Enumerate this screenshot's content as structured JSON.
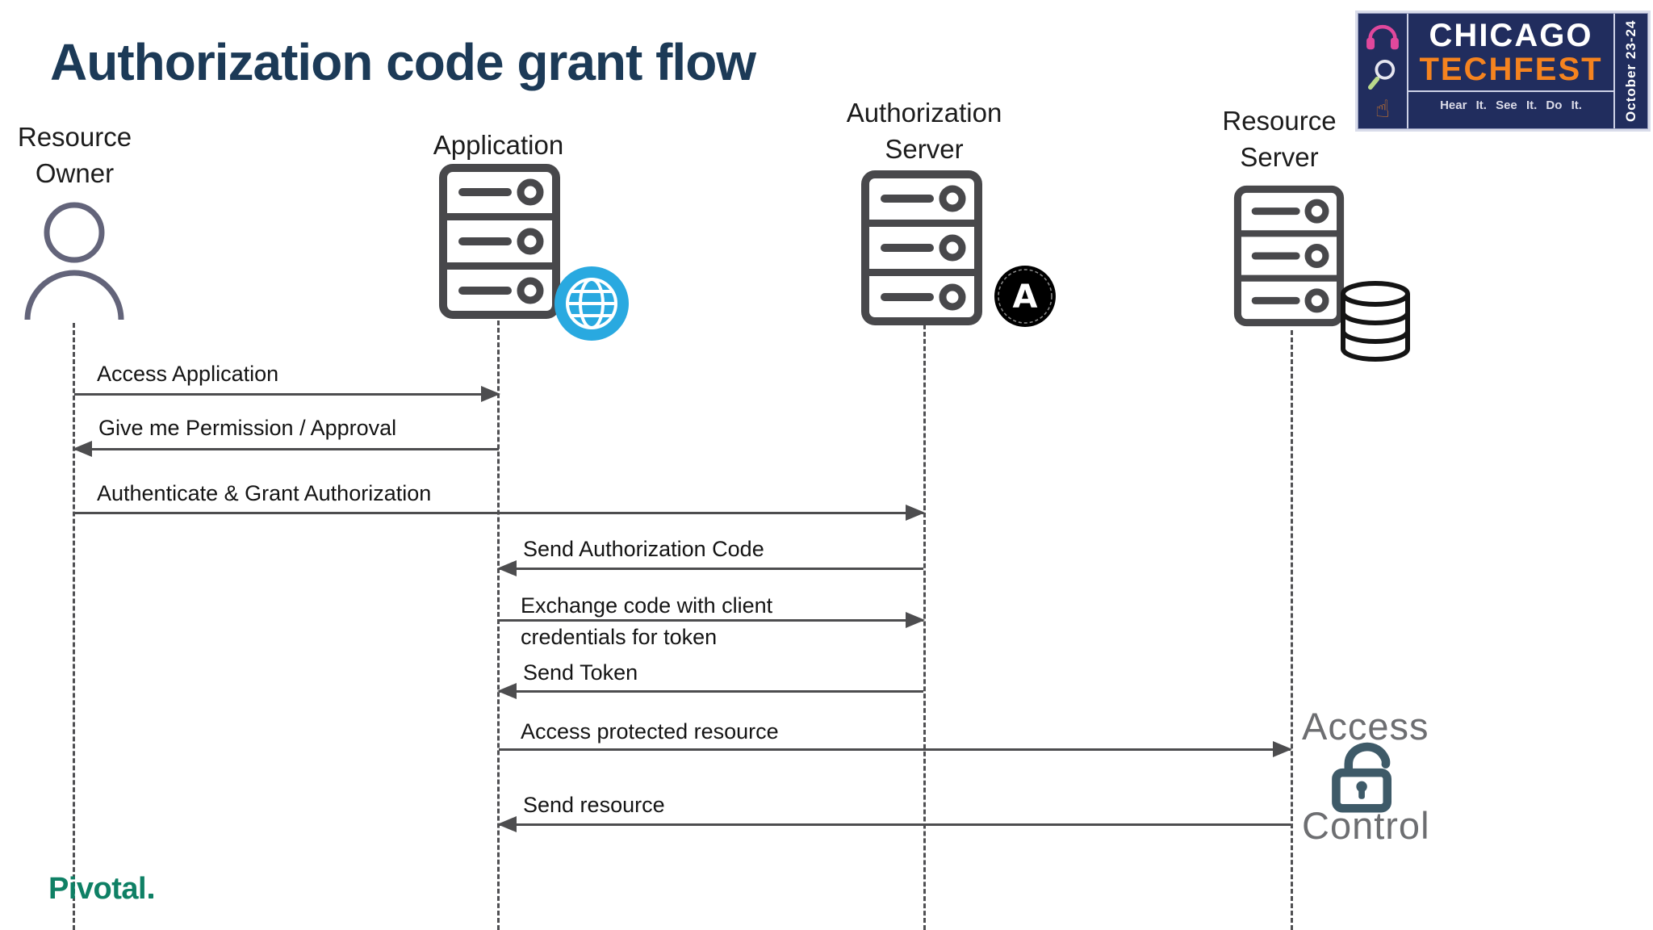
{
  "slide": {
    "title": "Authorization code grant flow",
    "title_color": "#1c3a57",
    "background": "#ffffff"
  },
  "event_badge": {
    "city": "CHICAGO",
    "event": "TECHFEST",
    "tagline": "Hear It. See It. Do It.",
    "dates": "October 23-24",
    "bg_color": "#212d5e",
    "event_color": "#f5831f",
    "icons": [
      "headphones-icon",
      "magnifier-icon",
      "hand-icon"
    ]
  },
  "actors": [
    {
      "name": "Resource Owner",
      "icon": "person-icon"
    },
    {
      "name": "Application",
      "icon": "server-icon",
      "companion_icon": "globe-icon"
    },
    {
      "name": "Authorization Server",
      "icon": "server-icon",
      "companion_icon": "uaa-badge-icon",
      "badge_letter": "A"
    },
    {
      "name": "Resource Server",
      "icon": "server-icon",
      "companion_icon": "database-icon"
    }
  ],
  "messages": [
    {
      "label": "Access Application",
      "from": "Resource Owner",
      "to": "Application",
      "direction": "right"
    },
    {
      "label": "Give me Permission / Approval",
      "from": "Application",
      "to": "Resource Owner",
      "direction": "left"
    },
    {
      "label": "Authenticate & Grant Authorization",
      "from": "Resource Owner",
      "to": "Authorization Server",
      "direction": "right"
    },
    {
      "label": "Send Authorization Code",
      "from": "Authorization Server",
      "to": "Application",
      "direction": "left"
    },
    {
      "label_lines": [
        "Exchange code with client",
        "credentials for token"
      ],
      "from": "Application",
      "to": "Authorization Server",
      "direction": "right"
    },
    {
      "label": "Send Token",
      "from": "Authorization Server",
      "to": "Application",
      "direction": "left"
    },
    {
      "label": "Access protected resource",
      "from": "Application",
      "to": "Resource Server",
      "direction": "right"
    },
    {
      "label": "Send resource",
      "from": "Resource Server",
      "to": "Application",
      "direction": "left"
    }
  ],
  "annotation": {
    "line1": "Access",
    "line2": "Control",
    "icon": "open-padlock-icon",
    "color": "#6d6e71",
    "padlock_color": "#3e5a68"
  },
  "footer": {
    "brand": "Pivotal",
    "color": "#0f8065"
  },
  "palette": {
    "arrow": "#4d4d4f",
    "server_stroke": "#48484b",
    "person_stroke": "#63647a",
    "globe_blue": "#29a9e0",
    "headphones_pink": "#e0489c"
  }
}
